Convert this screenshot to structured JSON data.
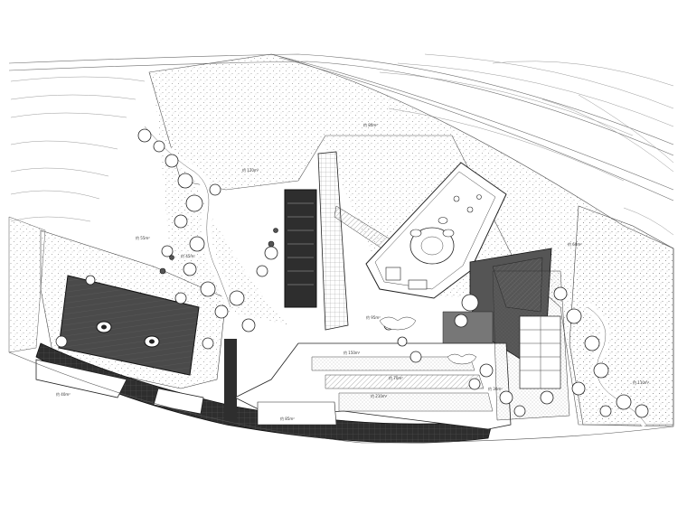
{
  "drawing_title": "",
  "area_labels": [
    "约 80m²",
    "约 120m²",
    "约 60m²",
    "约 45m²",
    "约 95m²",
    "约 150m²",
    "约 70m²",
    "约 30m²",
    "约 210m²",
    "约 85m²",
    "约 40m²",
    "约 55m²",
    "约 110m²"
  ],
  "colors": {
    "dark_deck": "#4a4a4a",
    "dark_path": "#3a3a3a",
    "stipple": "#8a8a8a",
    "line": "#222222",
    "contour": "#9a9a9a"
  }
}
